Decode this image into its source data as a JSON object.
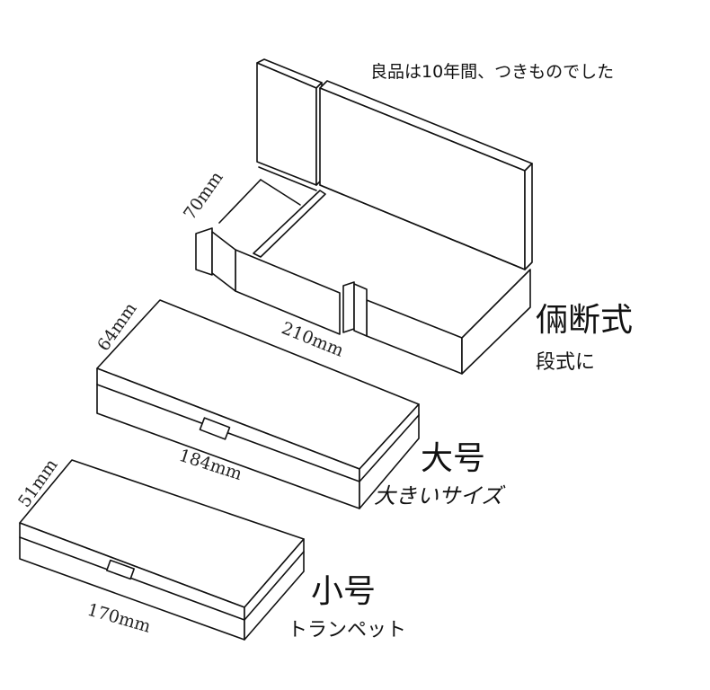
{
  "tagline": "良品は10年間、つきものでした",
  "boxes": [
    {
      "id": "two-compartment",
      "title": "倆断式",
      "subtitle": "段式に",
      "dims": {
        "depth": "70mm",
        "length": "210mm"
      }
    },
    {
      "id": "large",
      "title": "大号",
      "subtitle": "大きいサイズ",
      "dims": {
        "depth": "64mm",
        "length": "184mm"
      }
    },
    {
      "id": "small",
      "title": "小号",
      "subtitle": "トランペット",
      "dims": {
        "depth": "51mm",
        "length": "170mm"
      }
    }
  ]
}
